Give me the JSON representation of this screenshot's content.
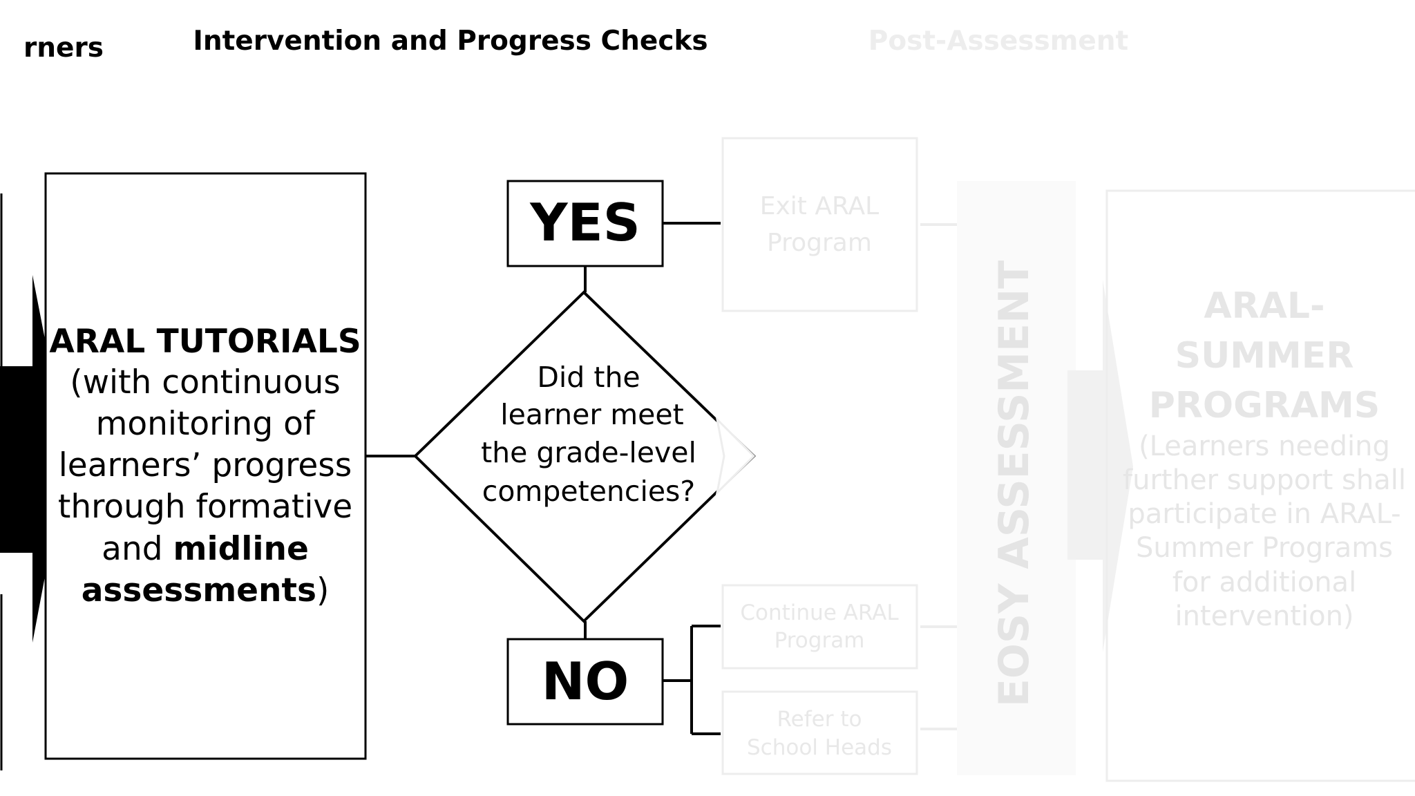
{
  "headers": {
    "left": "rners",
    "middle": "Intervention and Progress Checks",
    "right": "Post-Assessment"
  },
  "tutorials": {
    "title": "ARAL TUTORIALS",
    "line1": "(with continuous",
    "line2": "monitoring of",
    "line3": "learners’ progress",
    "line4": "through formative",
    "line5_a": "and ",
    "line5_b": "midline",
    "line6": "assessments",
    "line6_close": ")"
  },
  "decision": {
    "line1": "Did the",
    "line2": "learner meet",
    "line3": "the grade-level",
    "line4": "competencies?"
  },
  "yes_label": "YES",
  "no_label": "NO",
  "outcomes": {
    "exit_line1": "Exit ARAL",
    "exit_line2": "Program",
    "continue_line1": "Continue ARAL",
    "continue_line2": "Program",
    "refer_line1": "Refer to",
    "refer_line2": "School Heads"
  },
  "eosy": "EOSY ASSESSMENT",
  "summer": {
    "title1": "ARAL-",
    "title2": "SUMMER",
    "title3": "PROGRAMS",
    "line1": "(Learners needing",
    "line2": "further support shall",
    "line3": "participate in ARAL-",
    "line4": "Summer Programs",
    "line5": "for additional",
    "line6": "intervention)"
  },
  "colors": {
    "ink": "#000000",
    "faded": "#ededed",
    "background": "#ffffff"
  }
}
